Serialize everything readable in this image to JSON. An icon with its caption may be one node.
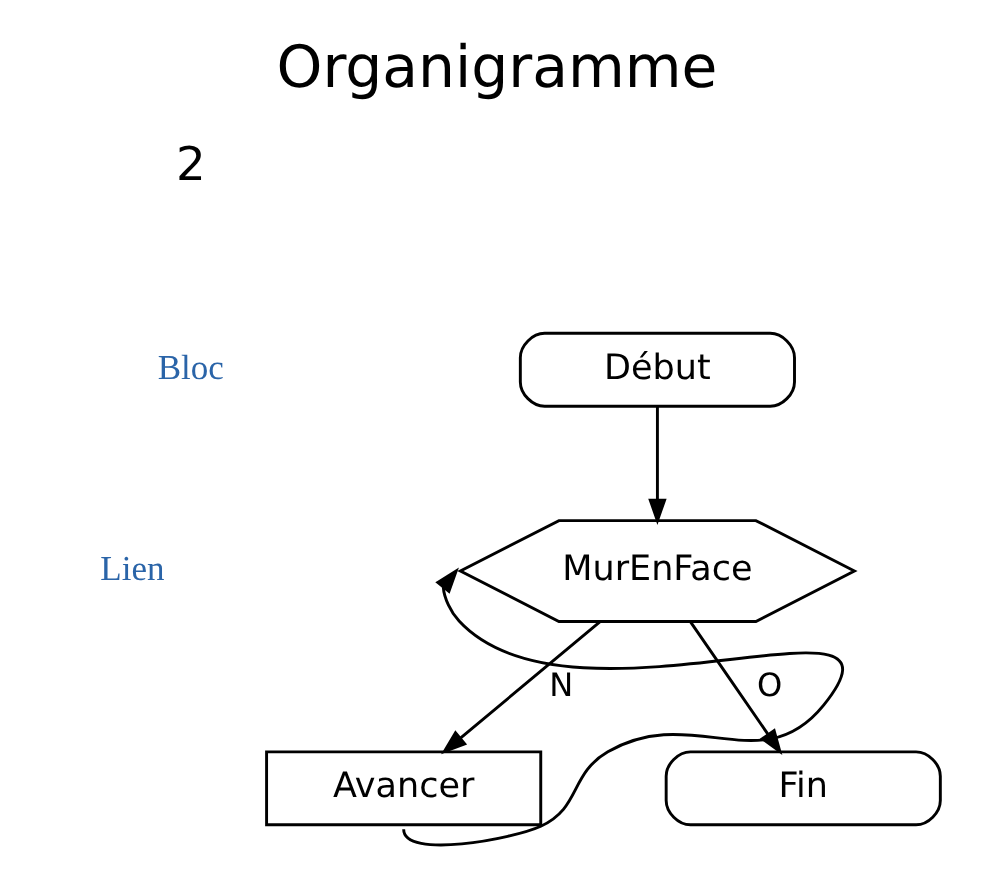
{
  "diagram": {
    "title": "Organigramme",
    "nodes": [
      {
        "text": [
          "Début"
        ]
      },
      {
        "text": [
          "MurEnFace"
        ]
      },
      {
        "text": [
          "Avancer"
        ]
      },
      {
        "text": [
          "Fin"
        ]
      }
    ],
    "edges": [
      {
        "from": 0,
        "to": 1,
        "arrow": "to"
      },
      {
        "from": 1,
        "to": 2,
        "arrow": "to",
        "label": "N"
      },
      {
        "from": 1,
        "to": 3,
        "arrow": "to",
        "label": "O"
      },
      {
        "from": 2,
        "to": 1,
        "arrow": "to"
      }
    ],
    "labels": [
      "2",
      "Bloc",
      "Lien"
    ]
  }
}
